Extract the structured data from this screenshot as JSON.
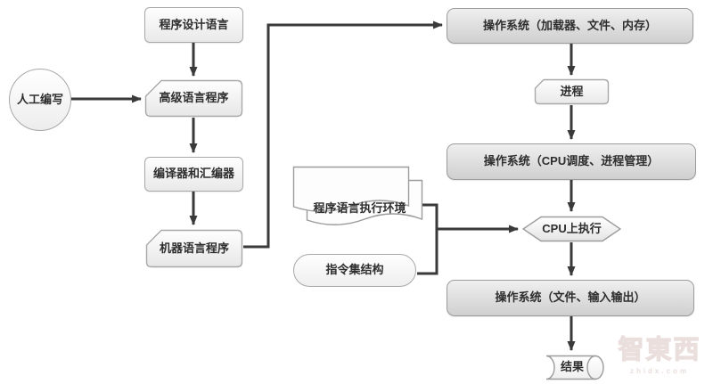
{
  "nodes": {
    "manual_write": "人工编写",
    "programming_language": "程序设计语言",
    "high_level_program": "高级语言程序",
    "compiler_assembler": "编译器和汇编器",
    "machine_program": "机器语言程序",
    "exec_environment": "程序语言执行环境",
    "instruction_set": "指令集结构",
    "os_loader": "操作系统（加载器、文件、内存）",
    "process": "进程",
    "os_scheduler": "操作系统（CPU调度、进程管理）",
    "cpu_execute": "CPU上执行",
    "os_io": "操作系统（文件、输入输出）",
    "result": "结果"
  },
  "watermark": {
    "logo": "智東西",
    "url": "zhidx.com"
  },
  "colors": {
    "connector_line": "#3a3a3a",
    "box_border": "#a8a8a8",
    "os_box_fill_top": "#efefef",
    "os_box_fill_bottom": "#cfcfcf",
    "light_box_fill_top": "#fefefe",
    "light_box_fill_bottom": "#e9e9e9",
    "text": "#2e2e2e",
    "watermark_color": "#eadfdc"
  }
}
